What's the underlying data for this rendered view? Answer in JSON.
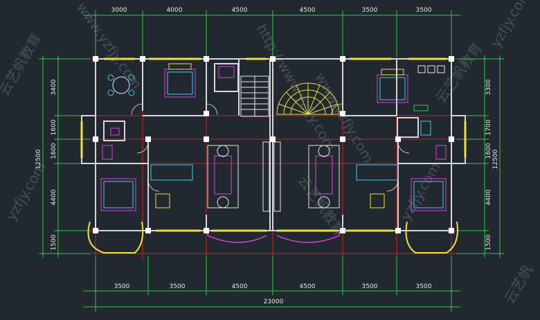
{
  "top_dimensions": [
    "3000",
    "4000",
    "4500",
    "4500",
    "3500",
    "3500"
  ],
  "bottom_dimensions": [
    "3500",
    "3500",
    "4500",
    "4500",
    "3500",
    "3500"
  ],
  "total_width": "23000",
  "left_dimensions": [
    "3400",
    "1600",
    "1600",
    "4400",
    "1500"
  ],
  "left_total": "12500",
  "right_dimensions": [
    "3300",
    "1700",
    "1600",
    "4400",
    "1500"
  ],
  "right_total": "12500",
  "watermarks": [
    "www.yzfjy.com",
    "http://www.yzfjy.com",
    "yzfjy.com",
    "云艺帆教育",
    "www.yzfjy.com",
    "云艺帆教育",
    "yzfjy.com",
    "云艺帆教育",
    "yzfjy.com",
    "云艺帆"
  ],
  "colors": {
    "background": "#212830",
    "dimension_line": "#2ecc40",
    "axis_line": "#e02020",
    "wall": "#e8e8e8",
    "window": "#f0e040",
    "furniture": "#e040e0",
    "fixture": "#4fc3f7"
  }
}
